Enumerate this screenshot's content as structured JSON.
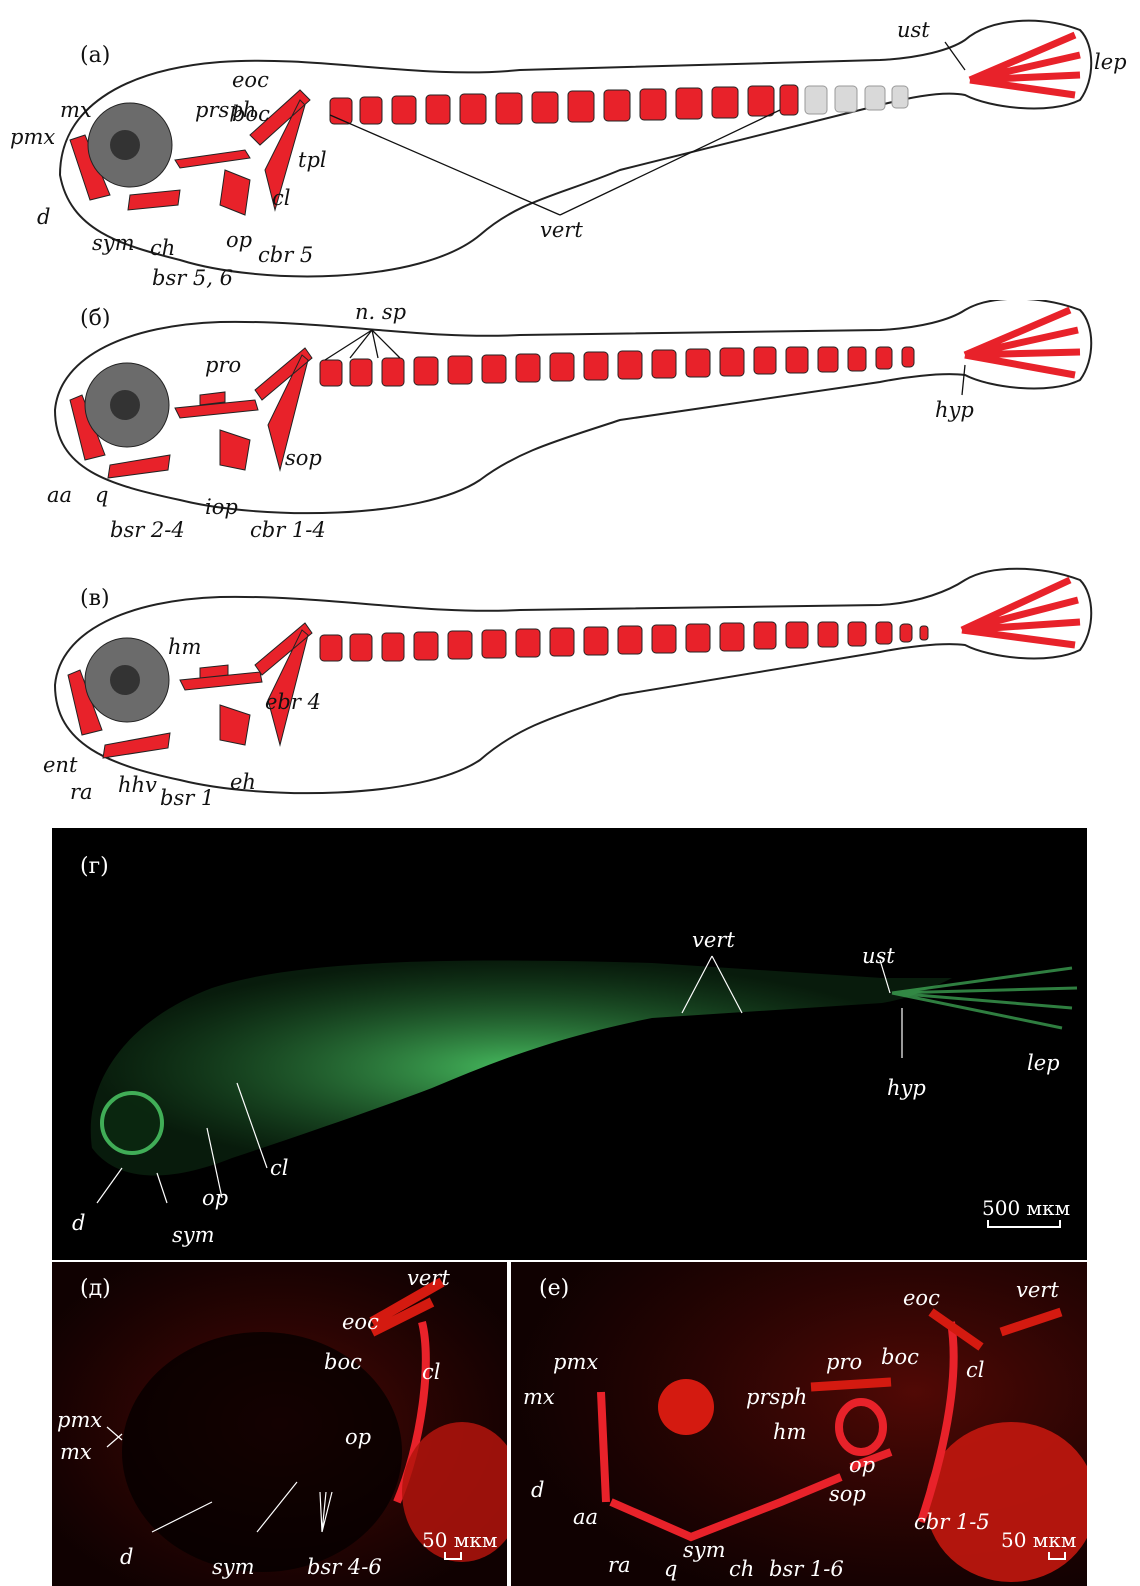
{
  "panel_a": {
    "letter": "(а)",
    "labels": {
      "pmx": "pmx",
      "mx": "mx",
      "d": "d",
      "prsph": "prsph",
      "eoc": "eoc",
      "boc": "boc",
      "tpl": "tpl",
      "cl": "cl",
      "sym": "sym",
      "ch": "ch",
      "op": "op",
      "cbr5": "cbr 5",
      "bsr56": "bsr 5, 6",
      "vert": "vert",
      "ust": "ust",
      "lep": "lep"
    }
  },
  "panel_b": {
    "letter": "(б)",
    "labels": {
      "nsp": "n. sp",
      "pro": "pro",
      "sop": "sop",
      "aa": "aa",
      "q": "q",
      "iop": "iop",
      "bsr24": "bsr 2-4",
      "cbr14": "cbr 1-4",
      "hyp": "hyp"
    }
  },
  "panel_v": {
    "letter": "(в)",
    "labels": {
      "hm": "hm",
      "ebr4": "ebr 4",
      "ent": "ent",
      "ra": "ra",
      "hhv": "hhv",
      "bsr1": "bsr 1",
      "eh": "eh"
    }
  },
  "panel_g": {
    "letter": "(г)",
    "labels": {
      "vert": "vert",
      "ust": "ust",
      "lep": "lep",
      "hyp": "hyp",
      "cl": "cl",
      "op": "op",
      "d": "d",
      "sym": "sym"
    },
    "scale": "500 мкм"
  },
  "panel_d": {
    "letter": "(д)",
    "labels": {
      "vert": "vert",
      "eoc": "eoc",
      "boc": "boc",
      "cl": "cl",
      "pmx": "pmx",
      "mx": "mx",
      "op": "op",
      "d": "d",
      "sym": "sym",
      "bsr46": "bsr 4-6"
    },
    "scale": "50 мкм"
  },
  "panel_e": {
    "letter": "(е)",
    "labels": {
      "eoc": "eoc",
      "vert": "vert",
      "pmx": "pmx",
      "pro": "pro",
      "boc": "boc",
      "cl": "cl",
      "mx": "mx",
      "prsph": "prsph",
      "hm": "hm",
      "op": "op",
      "sop": "sop",
      "d": "d",
      "aa": "aa",
      "cbr15": "cbr 1-5",
      "ra": "ra",
      "q": "q",
      "sym": "sym",
      "ch": "ch",
      "bsr16": "bsr 1-6"
    },
    "scale": "50 мкм"
  },
  "colors": {
    "bone": "#e8222a",
    "cartilage": "#d9d9d9",
    "eye_outer": "#6b6b6b",
    "eye_inner": "#333333",
    "fluor_green": "#4fd26a",
    "fluor_red": "#d41a10"
  }
}
